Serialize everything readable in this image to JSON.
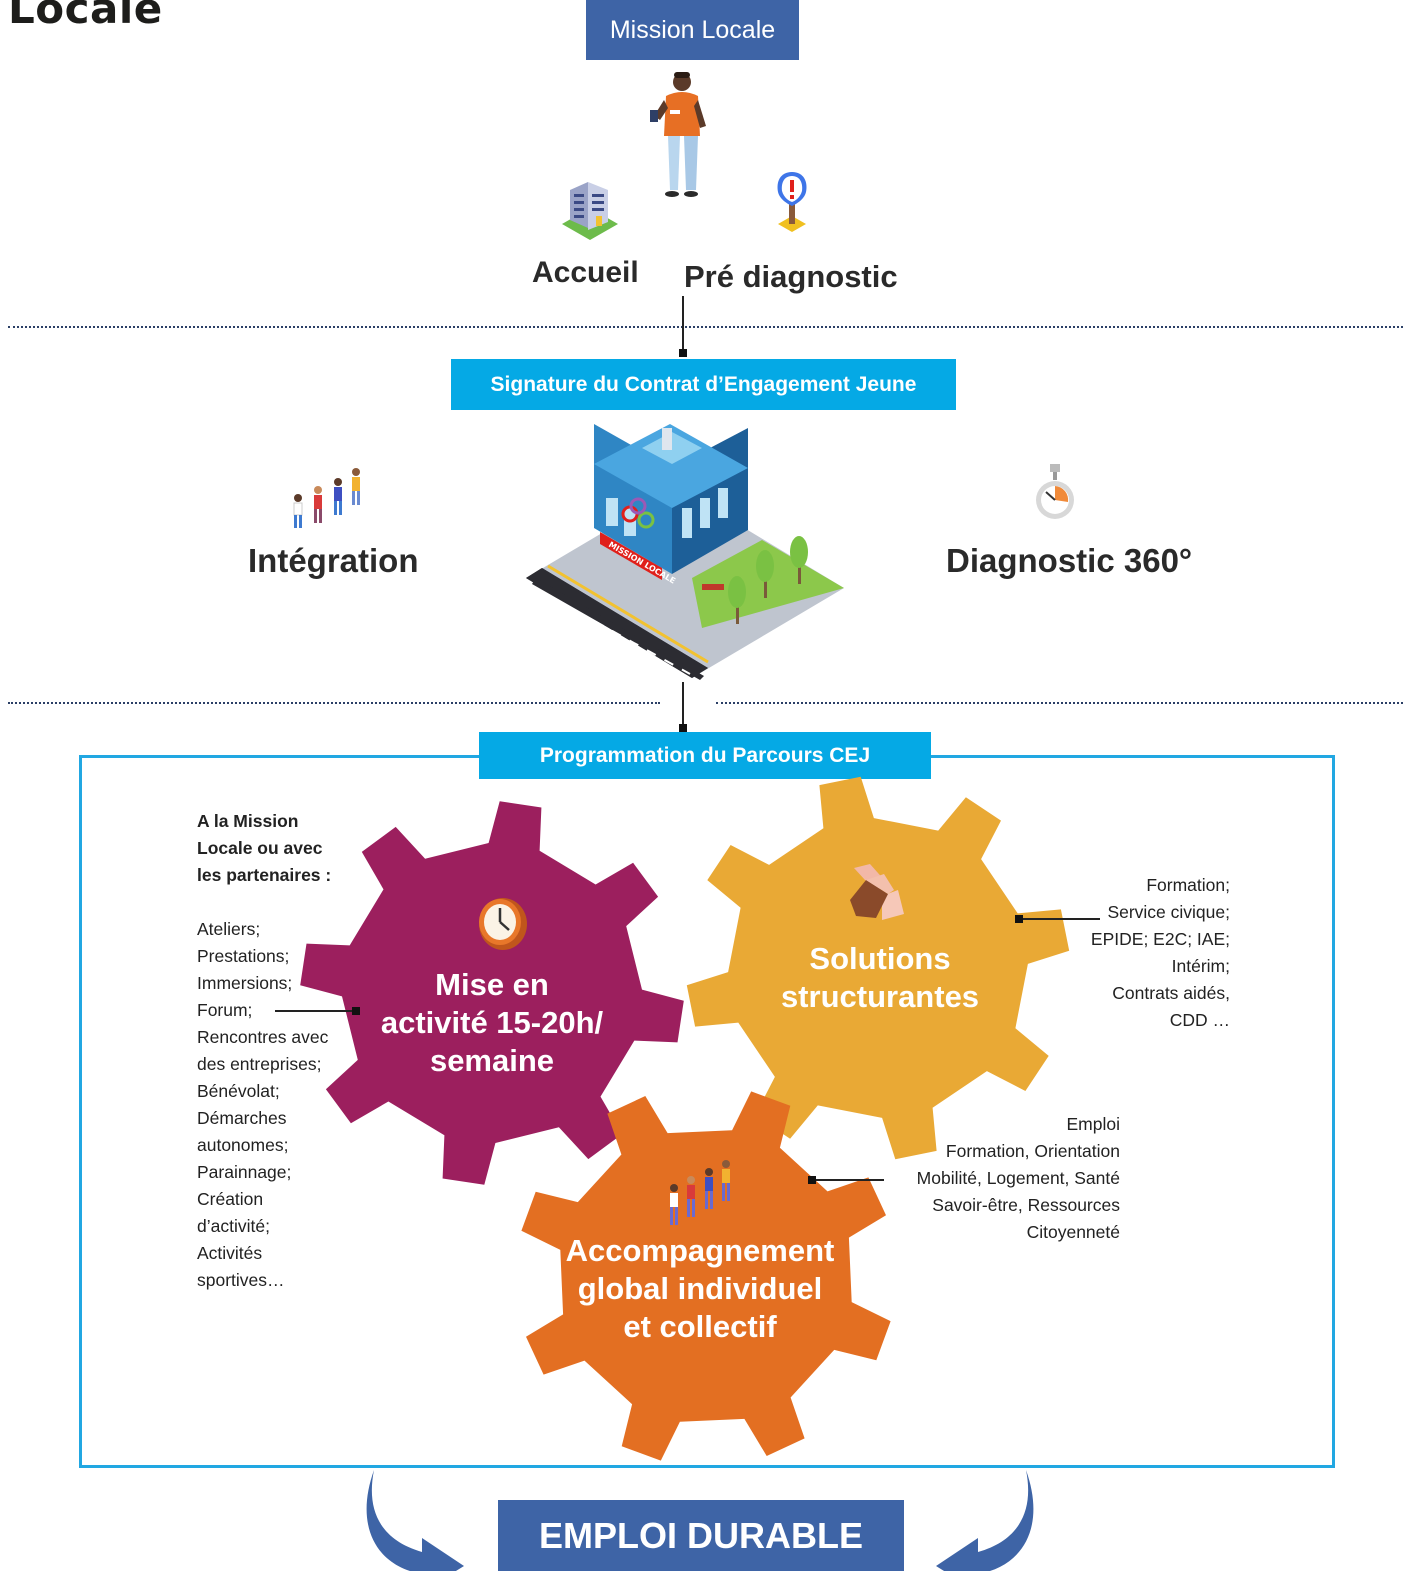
{
  "title": "Locale",
  "top_banner": "Mission Locale",
  "steps": {
    "accueil": "Accueil",
    "pre_diagnostic": "Pré diagnostic",
    "integration": "Intégration",
    "diagnostic": "Diagnostic 360°"
  },
  "signature_banner": "Signature du Contrat d’Engagement Jeune",
  "building_sign": "MISSION LOCALE",
  "programmation_banner": "Programmation du Parcours CEJ",
  "gears": {
    "mise_en_activite": "Mise en\nactivité 15-20h/\nsemaine",
    "solutions": "Solutions\nstructurantes",
    "accompagnement": "Accompagnement\nglobal individuel\net collectif"
  },
  "left_list": {
    "heading": "A la Mission\nLocale ou avec\nles partenaires :",
    "items": "Ateliers;\nPrestations;\nImmersions;\nForum;\nRencontres avec\ndes entreprises;\nBénévolat;\nDémarches\nautonomes;\nParainnage;\nCréation\nd’activité;\nActivités\nsportives…"
  },
  "right_list_solutions": "Formation;\nService civique;\nEPIDE; E2C; IAE;\nIntérim;\nContrats aidés,\nCDD …",
  "right_list_accompagnement": "Emploi\nFormation, Orientation\nMobilité, Logement, Santé\nSavoir-être, Ressources\nCitoyenneté",
  "bottom_banner": "EMPLOI DURABLE",
  "colors": {
    "dark_blue": "#3e64a6",
    "cyan": "#05a9e5",
    "gear_purple": "#9c1f5e",
    "gear_yellow": "#e9a935",
    "gear_orange": "#e36f22"
  }
}
